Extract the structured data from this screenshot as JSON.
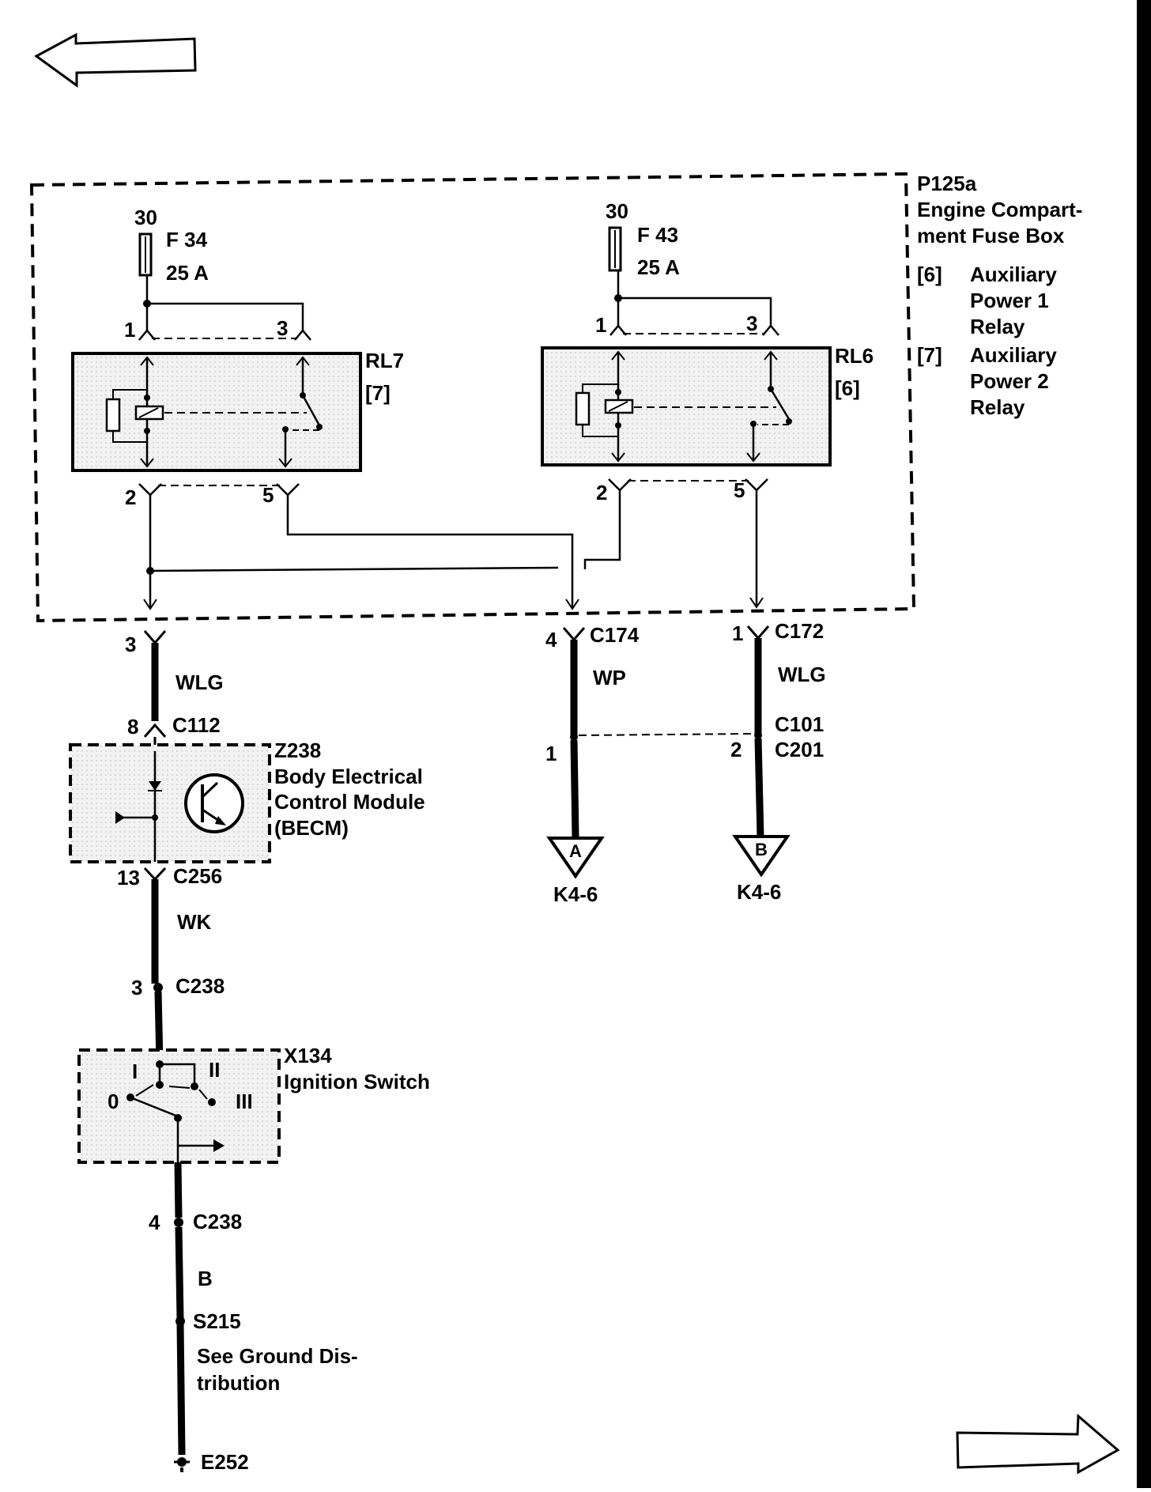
{
  "colors": {
    "ink": "#000000",
    "paper": "#ffffff",
    "shade": "#e6e6e6"
  },
  "nav": {
    "back_icon": "left-arrow-icon",
    "forward_icon": "right-arrow-icon"
  },
  "fuse_box": {
    "id": "P125a",
    "title_line1": "Engine Compart-",
    "title_line2": "ment Fuse Box",
    "legend": [
      {
        "ref": "[6]",
        "line1": "Auxiliary",
        "line2": "Power 1",
        "line3": "Relay"
      },
      {
        "ref": "[7]",
        "line1": "Auxiliary",
        "line2": "Power 2",
        "line3": "Relay"
      }
    ]
  },
  "fuses": [
    {
      "terminal": "30",
      "name": "F 34",
      "rating": "25 A"
    },
    {
      "terminal": "30",
      "name": "F 43",
      "rating": "25 A"
    }
  ],
  "relays": [
    {
      "name": "RL7",
      "ref": "[7]",
      "pins": [
        "1",
        "3",
        "2",
        "5"
      ]
    },
    {
      "name": "RL6",
      "ref": "[6]",
      "pins": [
        "1",
        "3",
        "2",
        "5"
      ]
    }
  ],
  "connectors": {
    "c_left_top": {
      "pin": "3"
    },
    "wire_wlg_left": "WLG",
    "c112": {
      "pin": "8",
      "name": "C112"
    },
    "c174": {
      "pin": "4",
      "name": "C174"
    },
    "wire_wp": "WP",
    "c172": {
      "pin": "1",
      "name": "C172"
    },
    "wire_wlg_right": "WLG",
    "c101": {
      "pin": "1",
      "name": "C101"
    },
    "c201": {
      "pin": "2",
      "name": "C201"
    },
    "c256": {
      "pin": "13",
      "name": "C256"
    },
    "wire_wk": "WK",
    "c238a": {
      "pin": "3",
      "name": "C238"
    },
    "c238b": {
      "pin": "4",
      "name": "C238"
    },
    "wire_b": "B",
    "s215": "S215",
    "ground_note_line1": "See Ground Dis-",
    "ground_note_line2": "tribution",
    "e252": "E252"
  },
  "becm": {
    "id": "Z238",
    "line1": "Body Electrical",
    "line2": "Control Module",
    "line3": "(BECM)"
  },
  "ignition": {
    "id": "X134",
    "title": "Ignition Switch",
    "positions": [
      "I",
      "II",
      "0",
      "III"
    ]
  },
  "offpage": [
    {
      "letter": "A",
      "ref": "K4-6"
    },
    {
      "letter": "B",
      "ref": "K4-6"
    }
  ]
}
